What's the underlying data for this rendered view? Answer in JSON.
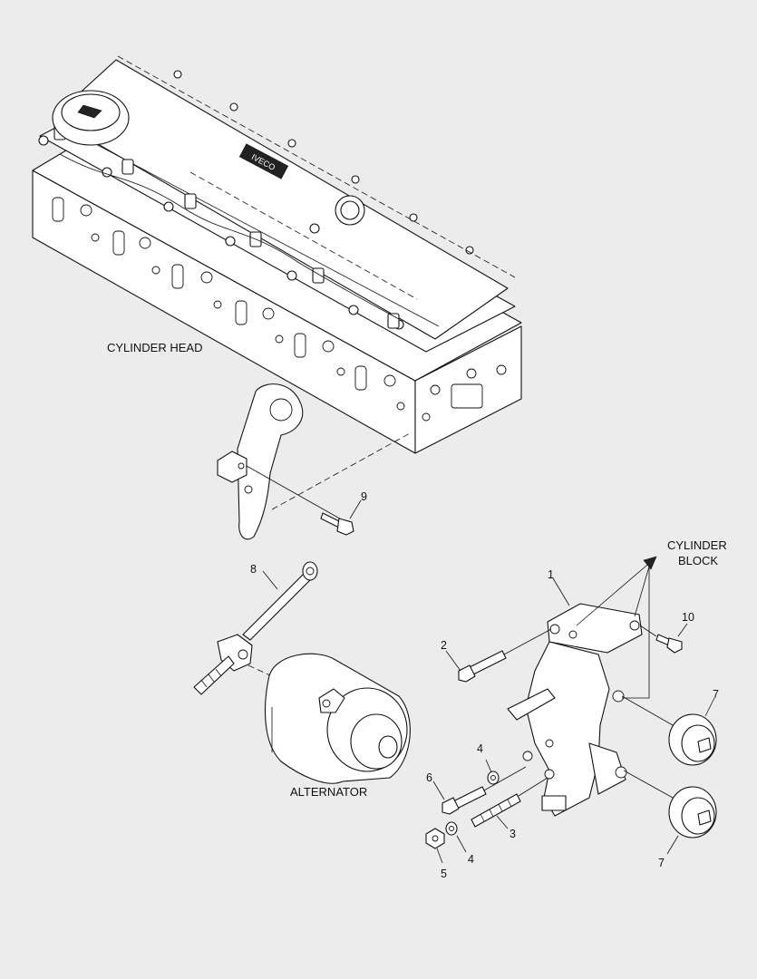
{
  "labels": {
    "cylinder_head": "CYLINDER HEAD",
    "cylinder_block_line1": "CYLINDER",
    "cylinder_block_line2": "BLOCK",
    "alternator": "ALTERNATOR",
    "valve_cover_logo": "IVECO"
  },
  "callouts": {
    "c1": "1",
    "c2": "2",
    "c3": "3",
    "c4a": "4",
    "c4b": "4",
    "c5": "5",
    "c6": "6",
    "c7a": "7",
    "c7b": "7",
    "c8": "8",
    "c9": "9",
    "c10": "10"
  },
  "colors": {
    "background": "#ececec",
    "line": "#111111",
    "fill": "#ffffff"
  }
}
